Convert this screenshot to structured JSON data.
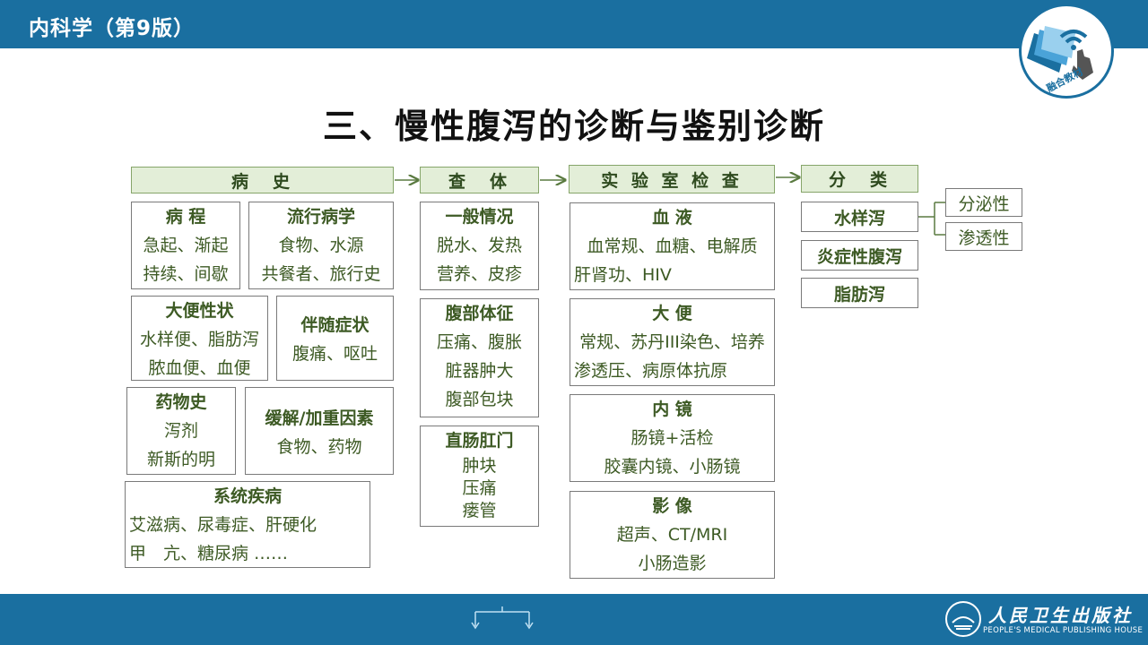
{
  "header": {
    "book_title": "内科学（第9版）",
    "badge_text": "融合教材"
  },
  "title": "三、慢性腹泻的诊断与鉴别诊断",
  "columns": {
    "history": {
      "header": "病　史",
      "course": {
        "title": "病 程",
        "lines": [
          "急起、渐起",
          "持续、间歇"
        ]
      },
      "epidemiology": {
        "title": "流行病学",
        "lines": [
          "食物、水源",
          "共餐者、旅行史"
        ]
      },
      "stool_traits": {
        "title": "大便性状",
        "lines": [
          "水样便、脂肪泻",
          "脓血便、血便"
        ]
      },
      "accompanying": {
        "title": "伴随症状",
        "lines": [
          "腹痛、呕吐"
        ]
      },
      "drug_history": {
        "title": "药物史",
        "lines": [
          "泻剂",
          "新斯的明"
        ]
      },
      "modifiers": {
        "title": "缓解/加重因素",
        "lines": [
          "食物、药物"
        ]
      },
      "systemic": {
        "title": "系统疾病",
        "lines": [
          "艾滋病、尿毒症、肝硬化",
          "甲　亢、糖尿病 ……"
        ]
      }
    },
    "exam": {
      "header": "查　体",
      "general": {
        "title": "一般情况",
        "lines": [
          "脱水、发热",
          "营养、皮疹"
        ]
      },
      "abdominal": {
        "title": "腹部体征",
        "lines": [
          "压痛、腹胀",
          "脏器肿大",
          "腹部包块"
        ]
      },
      "rectal": {
        "title": "直肠肛门",
        "lines": [
          "肿块",
          "压痛",
          "瘘管"
        ]
      }
    },
    "lab": {
      "header": "实 验 室 检 查",
      "blood": {
        "title": "血 液",
        "lines": [
          "血常规、血糖、电解质",
          "肝肾功、HIV"
        ]
      },
      "stool": {
        "title": "大 便",
        "lines": [
          "常规、苏丹III染色、培养",
          "渗透压、病原体抗原"
        ]
      },
      "endoscopy": {
        "title": "内 镜",
        "lines": [
          "肠镜+活检",
          "胶囊内镜、小肠镜"
        ]
      },
      "imaging": {
        "title": "影 像",
        "lines": [
          "超声、CT/MRI",
          "小肠造影"
        ]
      }
    },
    "classification": {
      "header": "分　类",
      "items": [
        "水样泻",
        "炎症性腹泻",
        "脂肪泻"
      ],
      "watery_subtypes": [
        "分泌性",
        "渗透性"
      ]
    }
  },
  "footer": {
    "publisher_cn": "人民卫生出版社",
    "publisher_en": "PEOPLE'S MEDICAL PUBLISHING HOUSE"
  },
  "colors": {
    "bar_blue": "#1a6fa0",
    "header_fill": "#e3eed8",
    "text_green": "#3d5a24",
    "arrow": "#5a7a40"
  }
}
